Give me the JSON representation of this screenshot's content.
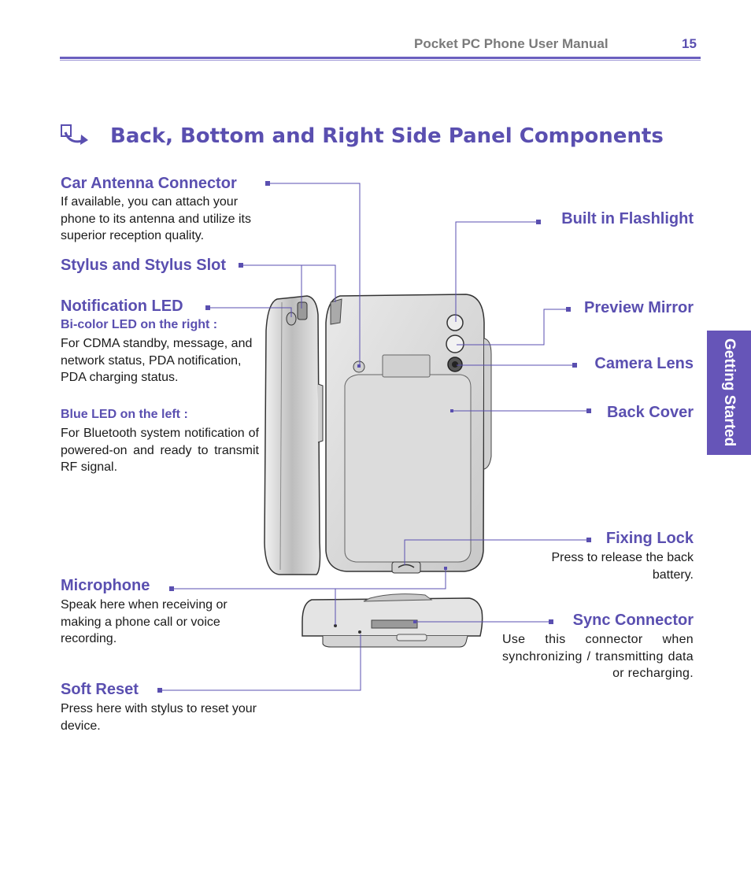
{
  "header": {
    "title": "Pocket PC Phone User Manual",
    "page_number": "15"
  },
  "side_tab": {
    "label": "Getting Started",
    "color": "#6655b8"
  },
  "section": {
    "title": "Back, Bottom and Right Side Panel Components",
    "icon": "pointing-hand-arrow-icon"
  },
  "labels": {
    "car_antenna": {
      "title": "Car Antenna Connector",
      "desc": "If available, you can attach your phone to its antenna and utilize its superior reception quality."
    },
    "stylus": {
      "title": "Stylus and Stylus Slot"
    },
    "notification_led": {
      "title": "Notification LED",
      "bicolor_title": "Bi-color LED on the right :",
      "bicolor_desc": "For CDMA standby, message, and network status,  PDA notification, PDA charging status.",
      "blue_title": "Blue LED on the left :",
      "blue_desc": "For Bluetooth system notification of powered-on and ready to transmit RF signal."
    },
    "microphone": {
      "title": "Microphone",
      "desc": "Speak here when receiving or making a phone call or voice recording."
    },
    "soft_reset": {
      "title": "Soft Reset",
      "desc": "Press here with stylus to reset your device."
    },
    "flashlight": {
      "title": "Built in Flashlight"
    },
    "preview_mirror": {
      "title": "Preview Mirror"
    },
    "camera_lens": {
      "title": "Camera Lens"
    },
    "back_cover": {
      "title": "Back Cover"
    },
    "fixing_lock": {
      "title": "Fixing Lock",
      "desc": "Press to release  the back battery."
    },
    "sync_connector": {
      "title": "Sync Connector",
      "desc": "Use this connector when synchronizing / transmitting data or recharging."
    }
  },
  "colors": {
    "accent": "#5a4fb0",
    "leader_line": "#5a4fb0",
    "device_body": "#d9d9d9"
  }
}
